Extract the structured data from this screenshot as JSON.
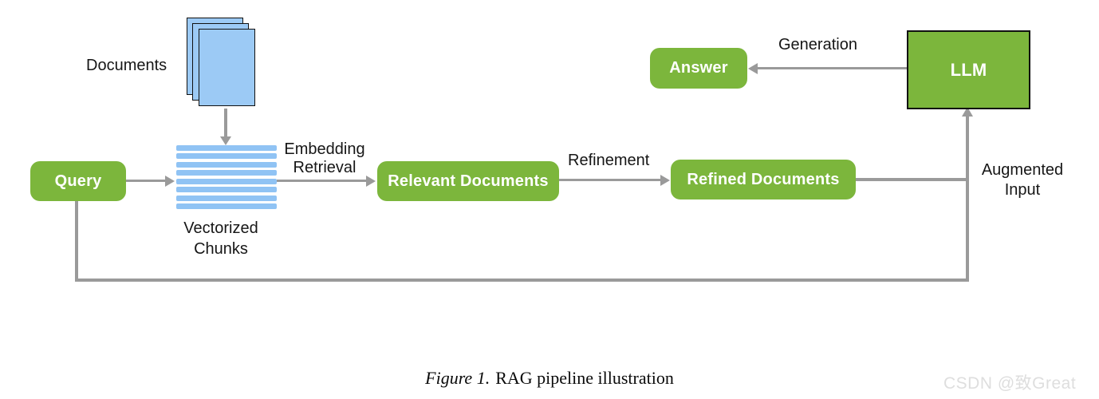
{
  "diagram": {
    "nodes": {
      "query": "Query",
      "relevant_documents": "Relevant Documents",
      "refined_documents": "Refined Documents",
      "llm": "LLM",
      "answer": "Answer"
    },
    "labels": {
      "documents": "Documents",
      "vectorized_chunks": [
        "Vectorized",
        "Chunks"
      ],
      "embedding_retrieval": [
        "Embedding",
        "Retrieval"
      ],
      "refinement": "Refinement",
      "generation": "Generation",
      "augmented_input": [
        "Augmented",
        "Input"
      ]
    },
    "colors": {
      "node_green": "#7cb63c",
      "page_blue": "#9ccaf5",
      "stripe_blue": "#90c3f4",
      "arrow_gray": "#9a9a9a",
      "outline_black": "#111111"
    }
  },
  "caption": {
    "figure_label": "Figure 1.",
    "title": "RAG pipeline illustration"
  },
  "watermark": {
    "text": "CSDN @致Great",
    "color": "#dedede"
  }
}
